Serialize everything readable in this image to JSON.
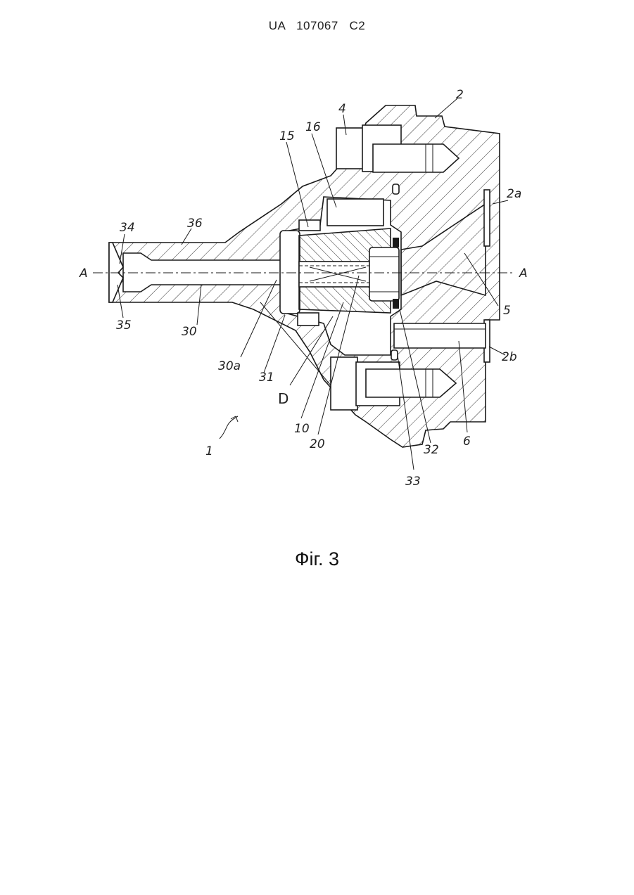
{
  "header": {
    "text": "UA   107067   C2"
  },
  "caption": {
    "text": "Фіг. 3"
  },
  "labels": {
    "l2": "2",
    "l4": "4",
    "l16": "16",
    "l15": "15",
    "l2a": "2a",
    "l34": "34",
    "l36": "36",
    "lA_left": "A",
    "lA_right": "A",
    "l5": "5",
    "l35": "35",
    "l30": "30",
    "l30a": "30a",
    "l31": "31",
    "lD": "D",
    "l10": "10",
    "l20": "20",
    "l32": "32",
    "l6": "6",
    "l2b": "2b",
    "l33": "33",
    "l1": "1"
  }
}
